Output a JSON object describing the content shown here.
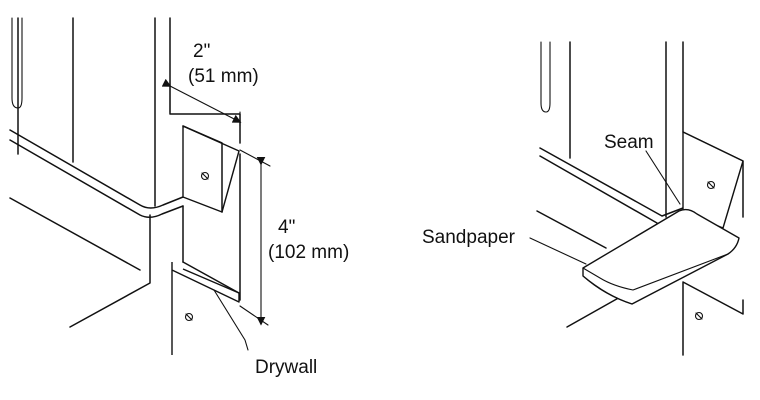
{
  "left_diagram": {
    "width_label_inches": "2\"",
    "width_label_metric": "(51 mm)",
    "height_label_inches": "4\"",
    "height_label_metric": "(102 mm)",
    "drywall_label": "Drywall"
  },
  "right_diagram": {
    "seam_label": "Seam",
    "sandpaper_label": "Sandpaper"
  },
  "colors": {
    "line": "#111111",
    "background": "#ffffff"
  },
  "icons": {
    "screw": "screw-icon",
    "arrow": "dimension-arrow-icon"
  }
}
